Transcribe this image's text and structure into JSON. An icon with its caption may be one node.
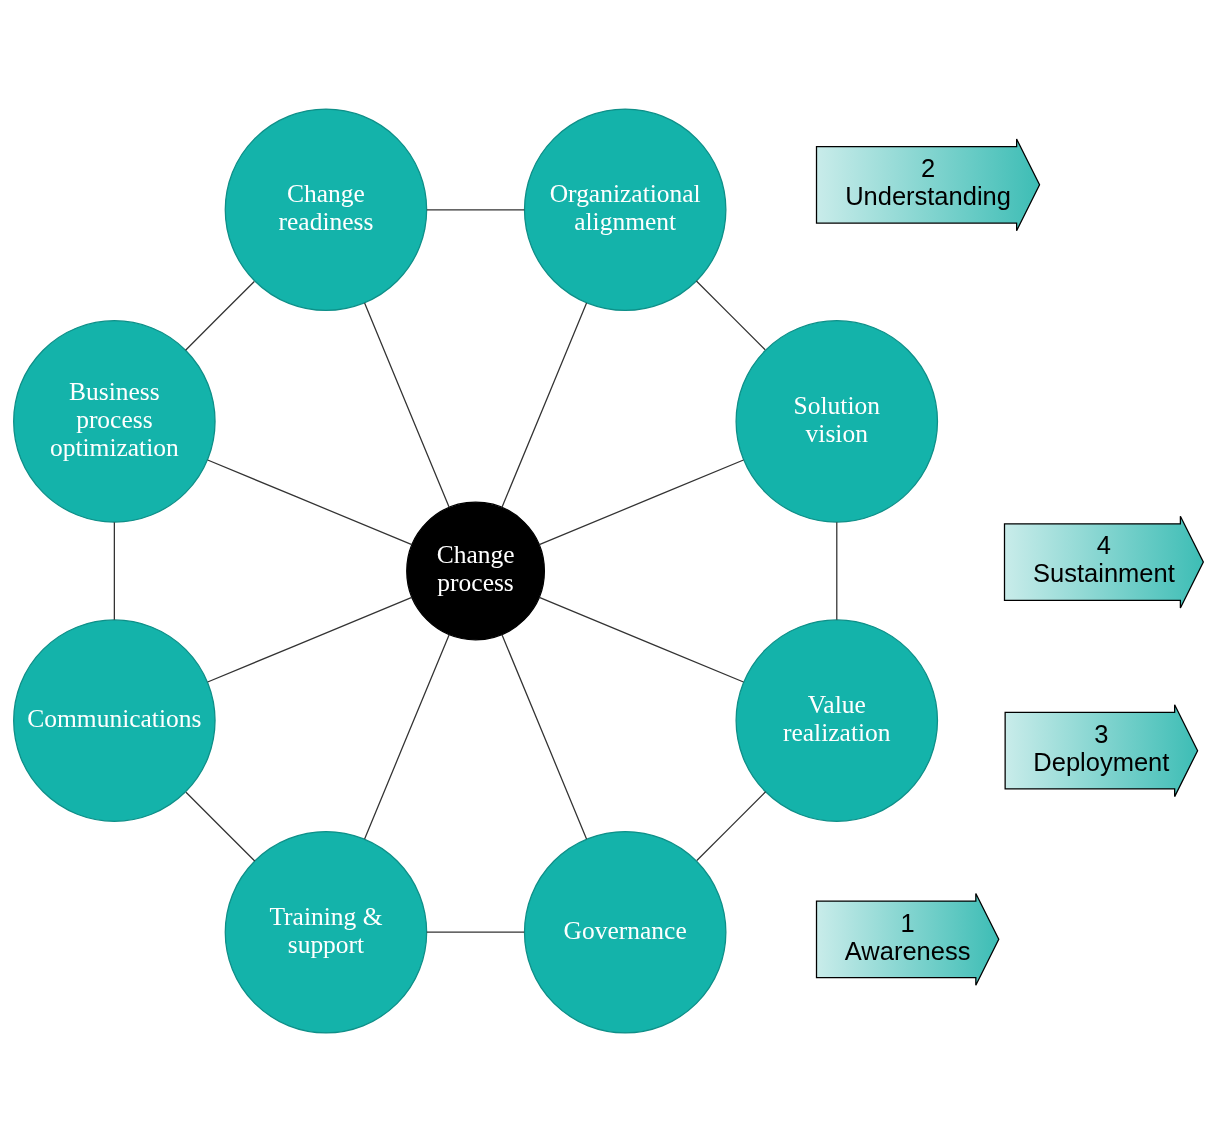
{
  "diagram": {
    "nodes": [
      {
        "text": [
          "Solution vision"
        ]
      },
      {
        "text": [
          "Organizational alignment"
        ]
      },
      {
        "text": [
          "Change readiness"
        ]
      },
      {
        "text": [
          "Business process optimization"
        ]
      },
      {
        "text": [
          "Communications"
        ]
      },
      {
        "text": [
          "Training & support"
        ]
      },
      {
        "text": [
          "Governance"
        ]
      },
      {
        "text": [
          "Value realization"
        ]
      },
      {
        "text": [
          "Change process"
        ]
      },
      {
        "text": [
          "1",
          "Awareness"
        ]
      },
      {
        "text": [
          "2",
          "Understanding"
        ]
      },
      {
        "text": [
          "3",
          "Deployment"
        ]
      },
      {
        "text": [
          "4",
          "Sustainment"
        ]
      }
    ],
    "edges": [
      {
        "from": 8,
        "to": 0,
        "arrow": "none"
      },
      {
        "from": 8,
        "to": 1,
        "arrow": "none"
      },
      {
        "from": 8,
        "to": 2,
        "arrow": "none"
      },
      {
        "from": 8,
        "to": 3,
        "arrow": "none"
      },
      {
        "from": 8,
        "to": 4,
        "arrow": "none"
      },
      {
        "from": 8,
        "to": 5,
        "arrow": "none"
      },
      {
        "from": 8,
        "to": 6,
        "arrow": "none"
      },
      {
        "from": 8,
        "to": 7,
        "arrow": "none"
      },
      {
        "from": 0,
        "to": 1,
        "arrow": "none"
      },
      {
        "from": 1,
        "to": 2,
        "arrow": "none"
      },
      {
        "from": 2,
        "to": 3,
        "arrow": "none"
      },
      {
        "from": 3,
        "to": 4,
        "arrow": "none"
      },
      {
        "from": 4,
        "to": 5,
        "arrow": "none"
      },
      {
        "from": 5,
        "to": 6,
        "arrow": "none"
      },
      {
        "from": 6,
        "to": 7,
        "arrow": "none"
      },
      {
        "from": 7,
        "to": 0,
        "arrow": "none"
      }
    ]
  }
}
